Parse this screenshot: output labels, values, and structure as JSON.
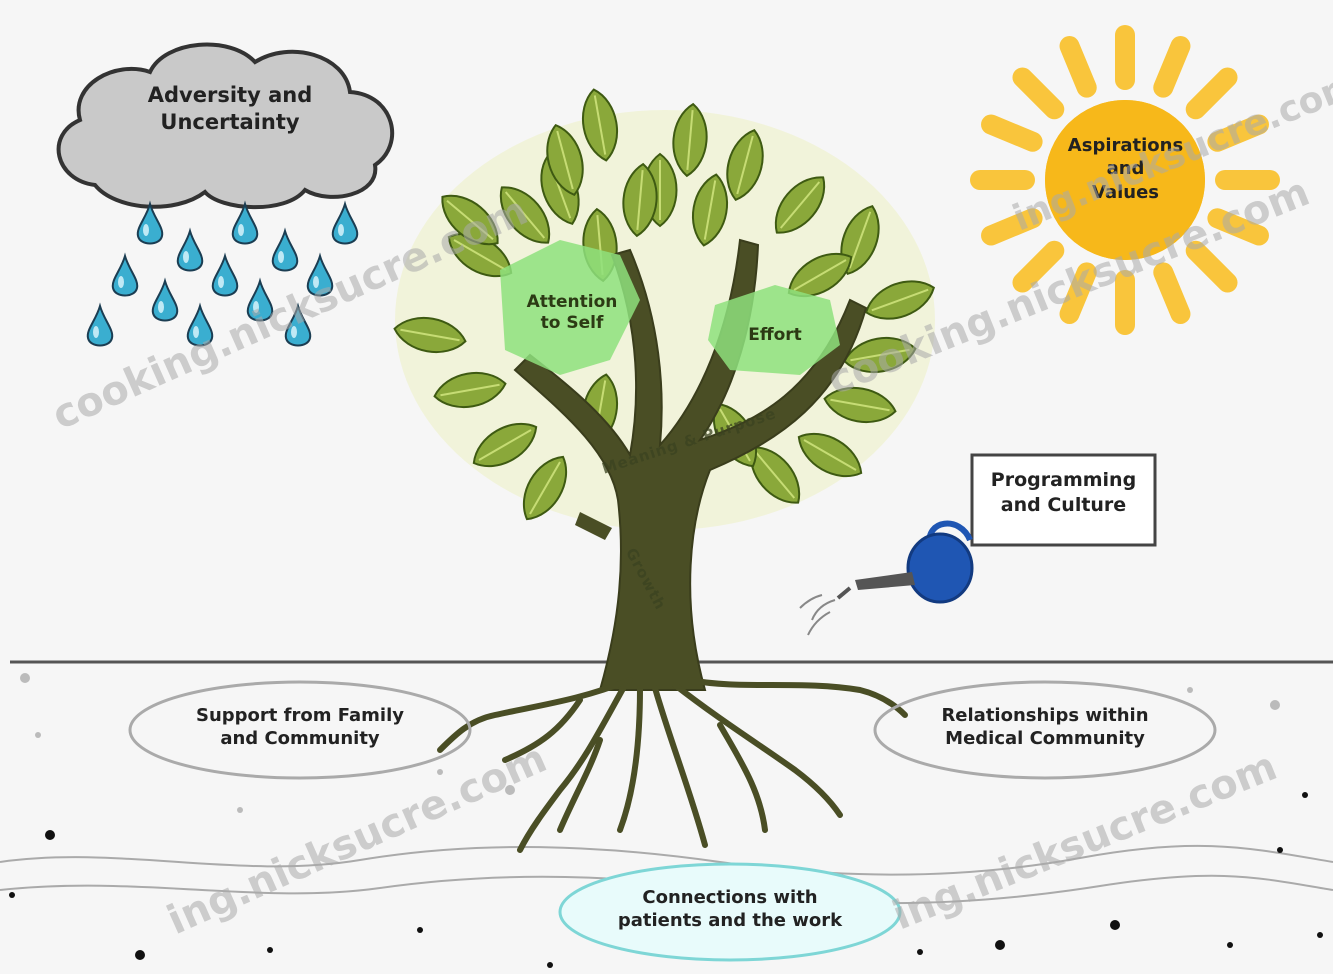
{
  "labels": {
    "cloud": "Adversity and\nUncertainty",
    "sun": "Aspirations\nand\nValues",
    "attention": "Attention\nto Self",
    "effort": "Effort",
    "programming": "Programming\nand Culture",
    "support": "Support from Family\nand Community",
    "relationships": "Relationships within\nMedical Community",
    "connections": "Connections with\npatients and the work"
  },
  "trunk_text": {
    "branch": "Meaning & Purpose",
    "trunk": "Growth"
  },
  "watermarks": [
    "cooking.nicksucre.com",
    "ing.nicksucre.com",
    "cooking.nicksucre.com",
    "ing.nicksucre.com",
    "ing.nicksucre.com"
  ],
  "colors": {
    "background": "#f6f6f6",
    "leaf": "#8aa83a",
    "leaf_light": "#b5cf5a",
    "trunk": "#4a4e25",
    "cloud": "#c9c9c9",
    "rain": "#3aaed0",
    "sun": "#f7b81a",
    "sun_ray": "#f9c53c",
    "highlight_box": "#8ee07c",
    "water_can": "#1f56b3"
  },
  "icons": [
    "cloud-icon",
    "raindrop-icon",
    "sun-icon",
    "tree-icon",
    "watering-can-icon"
  ]
}
